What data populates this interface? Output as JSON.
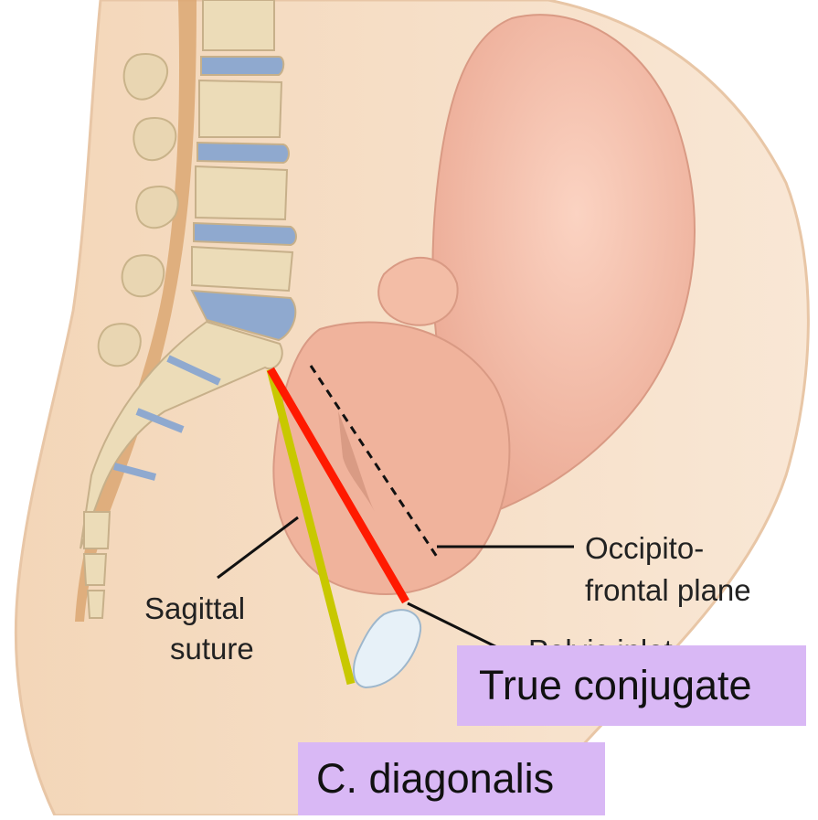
{
  "labels": {
    "sagittal_1": "Sagittal",
    "sagittal_2": "suture",
    "occipito_1": "Occipito-",
    "occipito_2": "frontal plane",
    "pelvic_partial": "Pelvic inlet"
  },
  "callouts": {
    "true_conjugate": "True conjugate",
    "c_diagonalis": "C. diagonalis"
  },
  "colors": {
    "true_conjugate_line": "#ff1a00",
    "c_diagonalis_line": "#c8c800",
    "callout_box": "#d9b8f5",
    "body_skin": "#f6dfc6",
    "fetus_skin": "#f2b9a4",
    "vertebra": "#ecdcb8",
    "disc": "#8fa9cf"
  }
}
